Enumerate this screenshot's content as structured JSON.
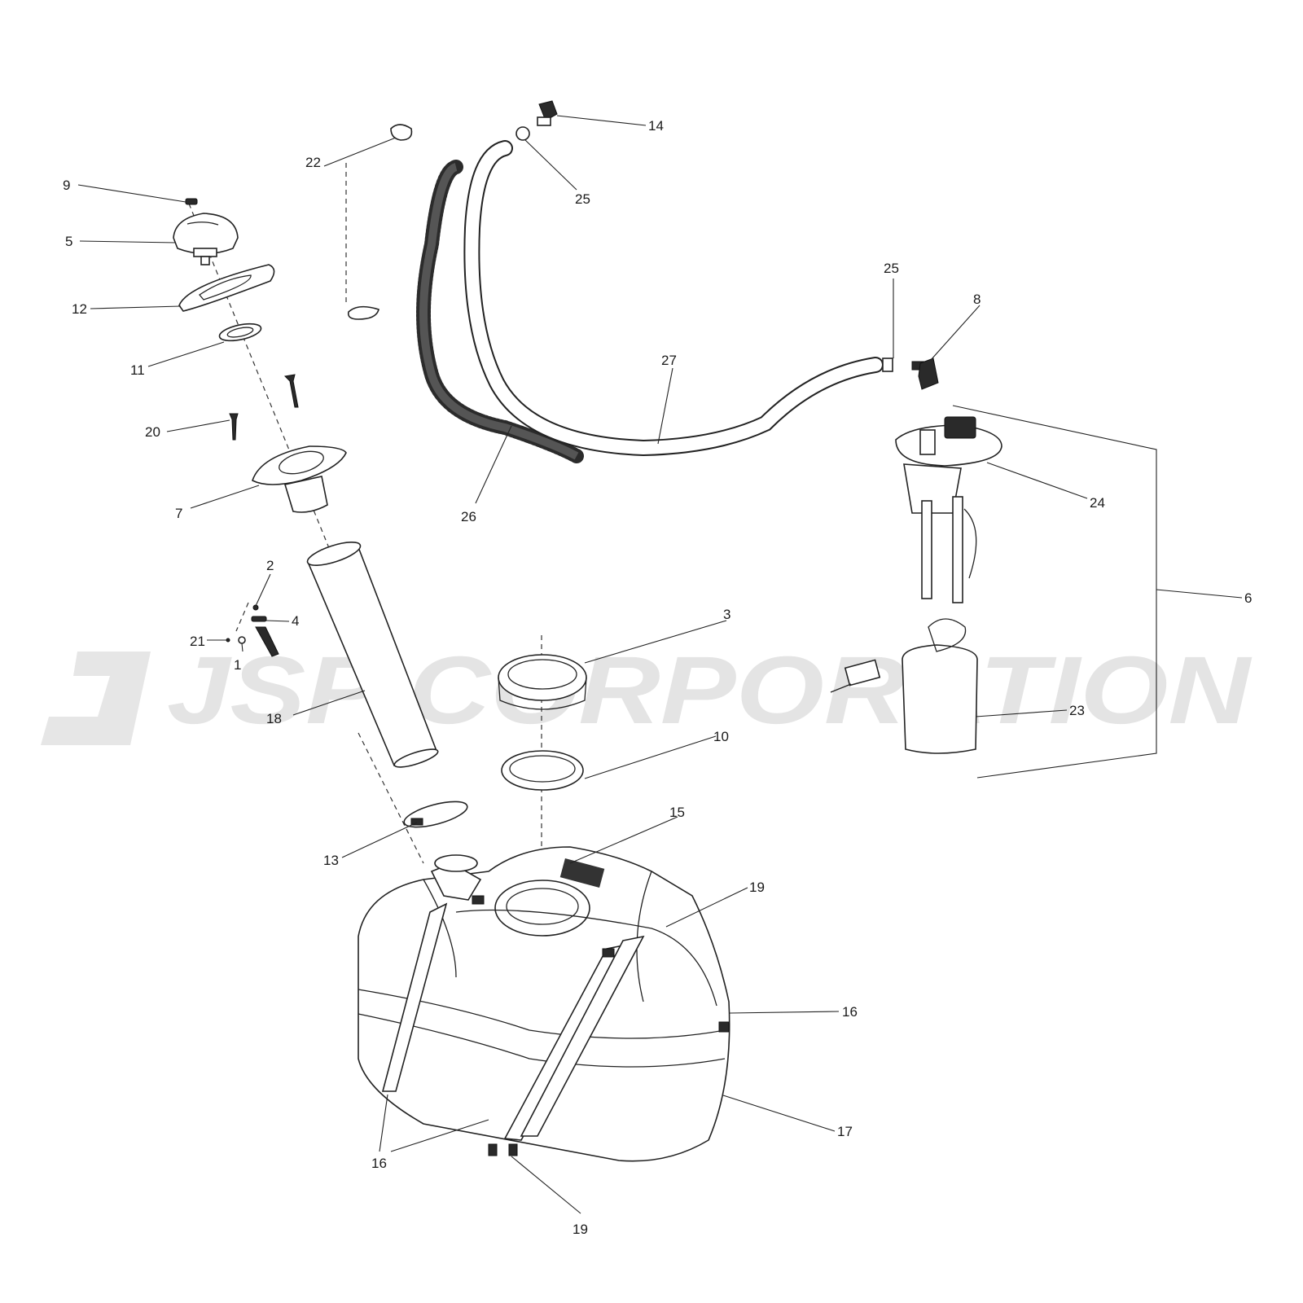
{
  "watermark": {
    "text": "JSP CORPORATION",
    "color": "#e2e2e2"
  },
  "callouts": [
    {
      "id": "c1",
      "label": "1"
    },
    {
      "id": "c2",
      "label": "2"
    },
    {
      "id": "c3",
      "label": "3"
    },
    {
      "id": "c4",
      "label": "4"
    },
    {
      "id": "c5",
      "label": "5"
    },
    {
      "id": "c6",
      "label": "6"
    },
    {
      "id": "c7",
      "label": "7"
    },
    {
      "id": "c8",
      "label": "8"
    },
    {
      "id": "c9",
      "label": "9"
    },
    {
      "id": "c10",
      "label": "10"
    },
    {
      "id": "c11",
      "label": "11"
    },
    {
      "id": "c12",
      "label": "12"
    },
    {
      "id": "c13",
      "label": "13"
    },
    {
      "id": "c14",
      "label": "14"
    },
    {
      "id": "c15",
      "label": "15"
    },
    {
      "id": "c16a",
      "label": "16"
    },
    {
      "id": "c16b",
      "label": "16"
    },
    {
      "id": "c17",
      "label": "17"
    },
    {
      "id": "c18",
      "label": "18"
    },
    {
      "id": "c19a",
      "label": "19"
    },
    {
      "id": "c19b",
      "label": "19"
    },
    {
      "id": "c20",
      "label": "20"
    },
    {
      "id": "c21",
      "label": "21"
    },
    {
      "id": "c22",
      "label": "22"
    },
    {
      "id": "c23",
      "label": "23"
    },
    {
      "id": "c24",
      "label": "24"
    },
    {
      "id": "c25a",
      "label": "25"
    },
    {
      "id": "c25b",
      "label": "25"
    },
    {
      "id": "c26",
      "label": "26"
    },
    {
      "id": "c27",
      "label": "27"
    }
  ]
}
